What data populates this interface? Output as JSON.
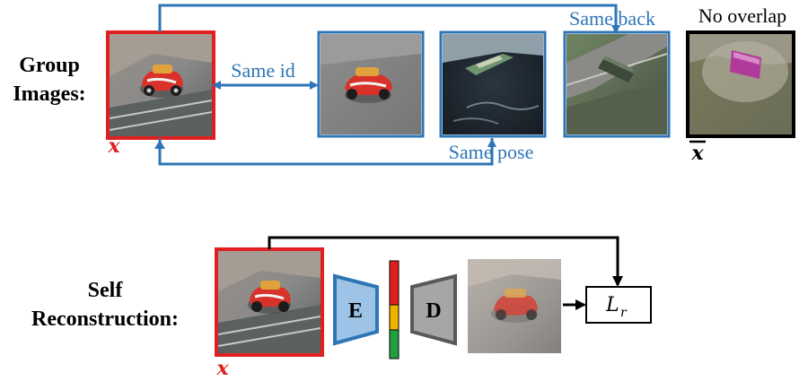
{
  "labels": {
    "group_line1": "Group",
    "group_line2": "Images:",
    "self_line1": "Self",
    "self_line2": "Reconstruction:",
    "same_id": "Same id",
    "same_back": "Same back",
    "same_pose": "Same pose",
    "no_overlap": "No overlap",
    "x": "x",
    "x_bar": "x",
    "x_self": "x"
  },
  "blocks": {
    "encoder": "E",
    "decoder": "D",
    "loss_main": "L",
    "loss_sub": "r"
  },
  "colors": {
    "red_frame": "#e02020",
    "blue_frame": "#2e75b6",
    "black_frame": "#000000",
    "encoder_fill": "#9dc3e6",
    "encoder_stroke": "#2e75b6",
    "decoder_fill": "#a6a6a6",
    "decoder_stroke": "#595959",
    "latent_top": "#e02020",
    "latent_mid": "#f0b400",
    "latent_bottom": "#20a040"
  }
}
